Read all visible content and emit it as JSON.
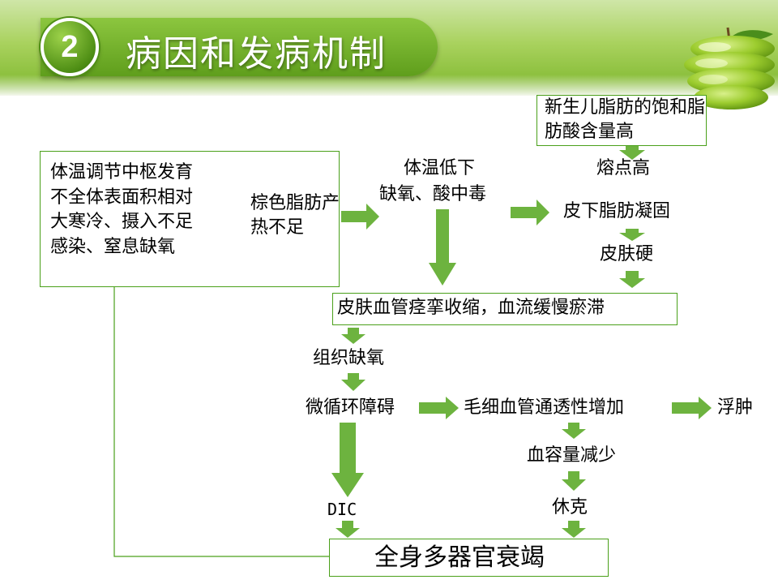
{
  "slide": {
    "number": "2",
    "title": "病因和发病机制"
  },
  "colors": {
    "accent": "#6db33f",
    "arrow": "#6db33f",
    "box_border": "#4aa01a",
    "title_bar": "#6aab24"
  },
  "nodes": {
    "causes": "体温调节中枢发育不全体表面积相对大寒冷、摄入不足感染、窒息缺氧",
    "brown_fat": "棕色脂肪产热不足",
    "low_temp": "体温低下",
    "hypoxia_acidosis": "缺氧、酸中毒",
    "newborn_fat": "新生儿脂肪的饱和脂肪酸含量高",
    "melting_point": "熔点高",
    "fat_coagulation": "皮下脂肪凝固",
    "skin_hard": "皮肤硬",
    "vasospasm": "皮肤血管痉挛收缩，血流缓慢瘀滞",
    "tissue_hypoxia": "组织缺氧",
    "microcirc": "微循环障碍",
    "capillary": "毛细血管通透性增加",
    "edema": "浮肿",
    "blood_volume": "血容量减少",
    "dic": "DIC",
    "shock": "休克",
    "mof": "全身多器官衰竭"
  }
}
